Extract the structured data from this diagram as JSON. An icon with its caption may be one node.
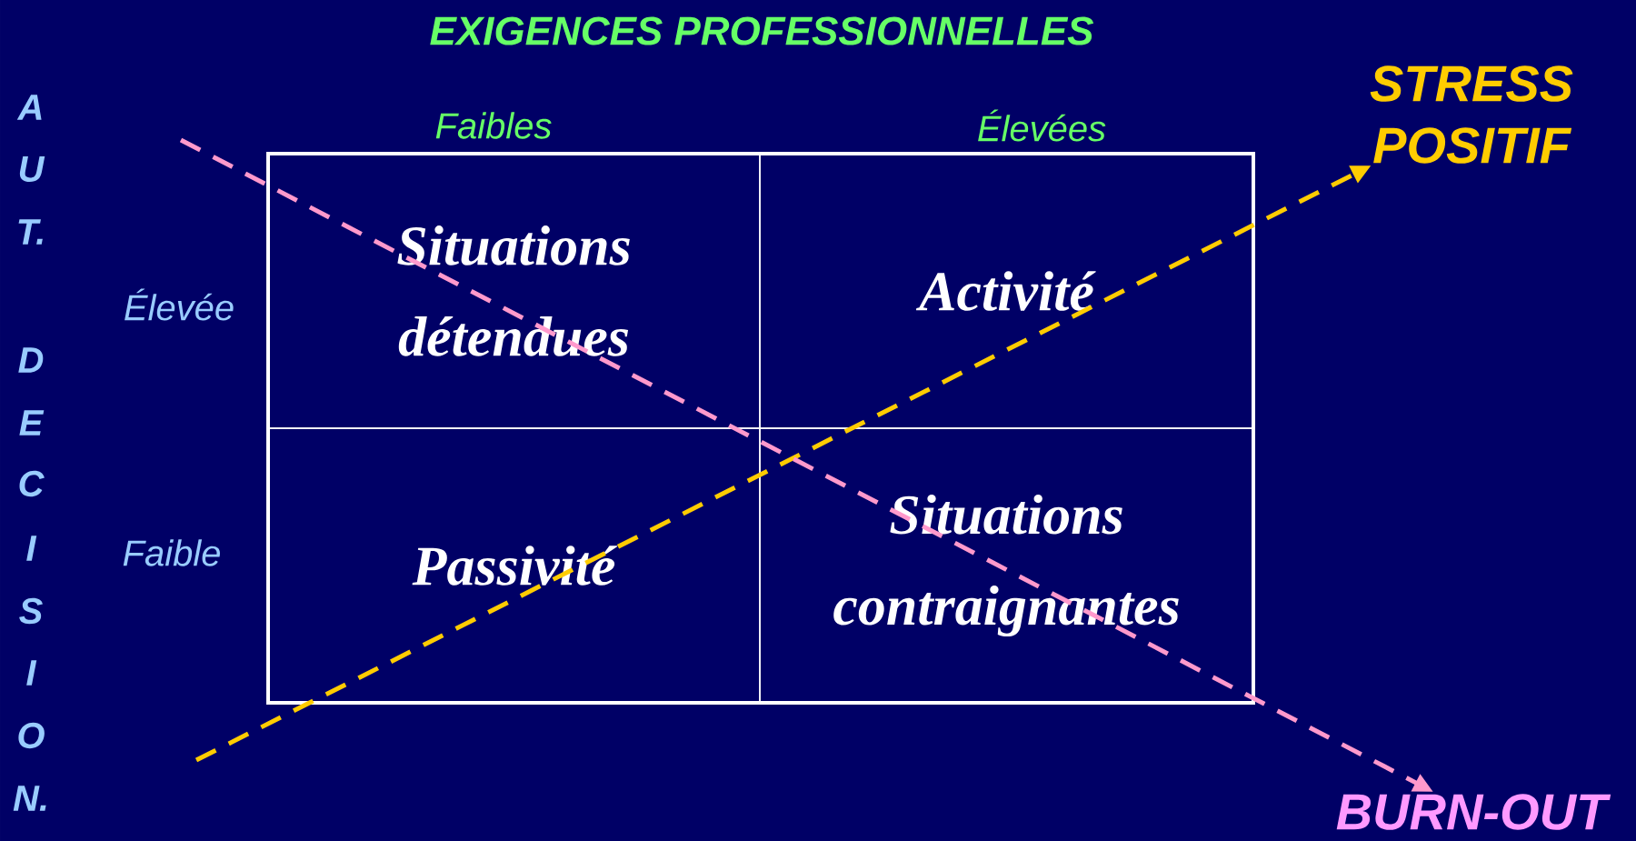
{
  "diagram": {
    "title": "EXIGENCES PROFESSIONNELLES",
    "nodes": [
      {
        "text": [
          "Situations détendues"
        ]
      },
      {
        "text": [
          "Activité"
        ]
      },
      {
        "text": [
          "Passivité"
        ]
      },
      {
        "text": [
          "Situations contraignantes"
        ]
      },
      {
        "text": [
          "STRESS POSITIF"
        ]
      },
      {
        "text": [
          "BURN-OUT"
        ]
      }
    ],
    "edges": [
      {
        "from": null,
        "to": 4,
        "arrow": "to",
        "style": "dashed",
        "color": "#ffcc00"
      },
      {
        "from": null,
        "to": 5,
        "arrow": "to",
        "style": "dashed",
        "color": "#ff99cc"
      }
    ],
    "labels": [
      "Faibles",
      "Élevées",
      "Élevée",
      "Faible",
      "A",
      "U",
      "T.",
      "D",
      "E",
      "C",
      "I",
      "S",
      "I",
      "O",
      "N."
    ]
  }
}
